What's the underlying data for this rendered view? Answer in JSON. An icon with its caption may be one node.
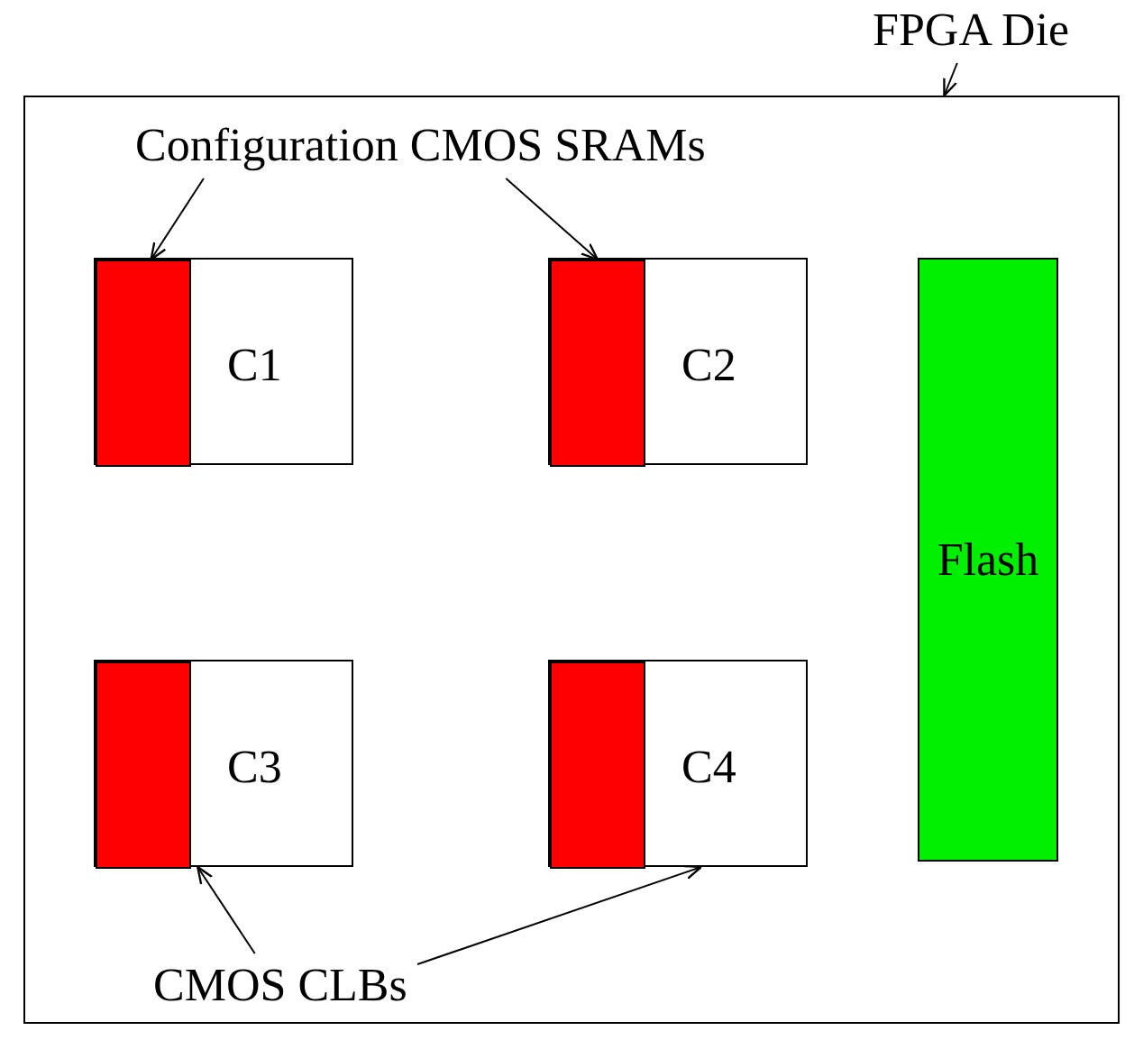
{
  "diagram": {
    "nodes": [
      {
        "text": [
          "FPGA Die"
        ]
      },
      {
        "text": [],
        "shape": "box"
      },
      {
        "text": [
          "Configuration CMOS SRAMs"
        ],
        "in": 1
      },
      {
        "text": [
          "C1"
        ],
        "in": 1
      },
      {
        "text": [],
        "shape": "box",
        "in": 3
      },
      {
        "text": [
          "C2"
        ],
        "in": 1
      },
      {
        "text": [],
        "shape": "box",
        "in": 5
      },
      {
        "text": [
          "Flash"
        ],
        "in": 1
      },
      {
        "text": [
          "C3"
        ],
        "in": 1
      },
      {
        "text": [],
        "shape": "box",
        "in": 8
      },
      {
        "text": [
          "C4"
        ],
        "in": 1
      },
      {
        "text": [],
        "shape": "box",
        "in": 10
      },
      {
        "text": [
          "CMOS CLBs"
        ],
        "in": 1
      }
    ],
    "edges": [
      {
        "from": 0,
        "to": 1,
        "arrow": "to"
      },
      {
        "from": 2,
        "to": 4,
        "arrow": "to"
      },
      {
        "from": 2,
        "to": 6,
        "arrow": "to"
      },
      {
        "from": 12,
        "to": 8,
        "arrow": "to"
      },
      {
        "from": 12,
        "to": 10,
        "arrow": "to"
      }
    ]
  }
}
